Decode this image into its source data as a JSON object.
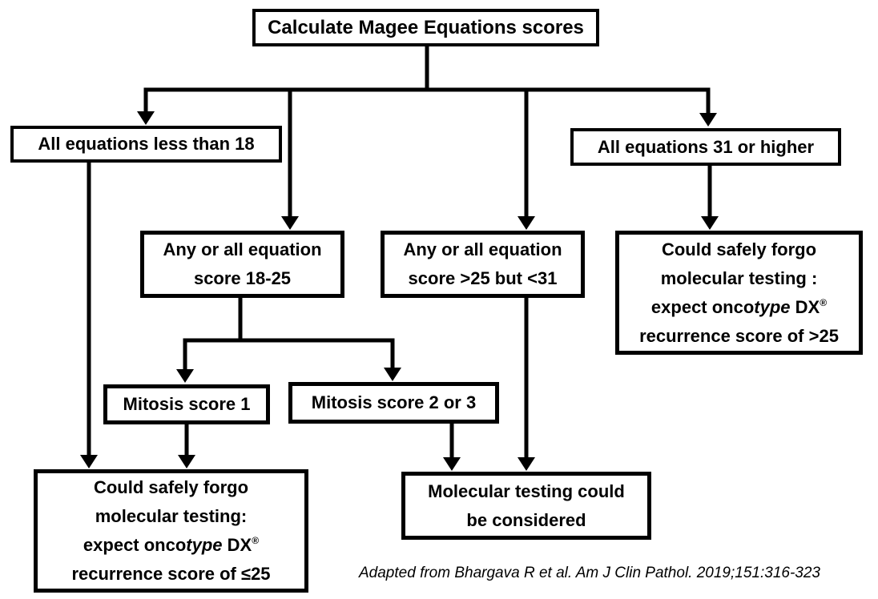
{
  "nodes": {
    "calculate": {
      "label": "Calculate Magee Equations scores"
    },
    "less18": {
      "label": "All equations less than 18"
    },
    "ge31": {
      "label": "All equations 31 or higher"
    },
    "score1825": {
      "lines": [
        "Any or all equation",
        "score 18-25"
      ]
    },
    "score2531": {
      "lines": [
        "Any or all equation",
        "score >25 but <31"
      ]
    },
    "forgo_high": {
      "line1": "Could safely forgo",
      "line2": "molecular testing :",
      "onco": {
        "pre": "expect onco",
        "italic": "type",
        "post": " DX",
        "reg_mark": "®"
      },
      "line4": "recurrence score of >25"
    },
    "mitosis1": {
      "label": "Mitosis score 1"
    },
    "mitosis23": {
      "label": "Mitosis score 2 or 3"
    },
    "forgo_low": {
      "line1": "Could safely forgo",
      "line2": "molecular testing:",
      "onco": {
        "pre": "expect onco",
        "italic": "type",
        "post": " DX",
        "reg_mark": "®"
      },
      "line4": "recurrence score of ≤25"
    },
    "considered": {
      "lines": [
        "Molecular testing could",
        "be considered"
      ]
    }
  },
  "citation": "Adapted from Bhargava R et al. Am J Clin Pathol. 2019;151:316-323",
  "colors": {
    "background": "#ffffff",
    "line": "#000000",
    "text": "#000000",
    "box_border": "#000000"
  }
}
